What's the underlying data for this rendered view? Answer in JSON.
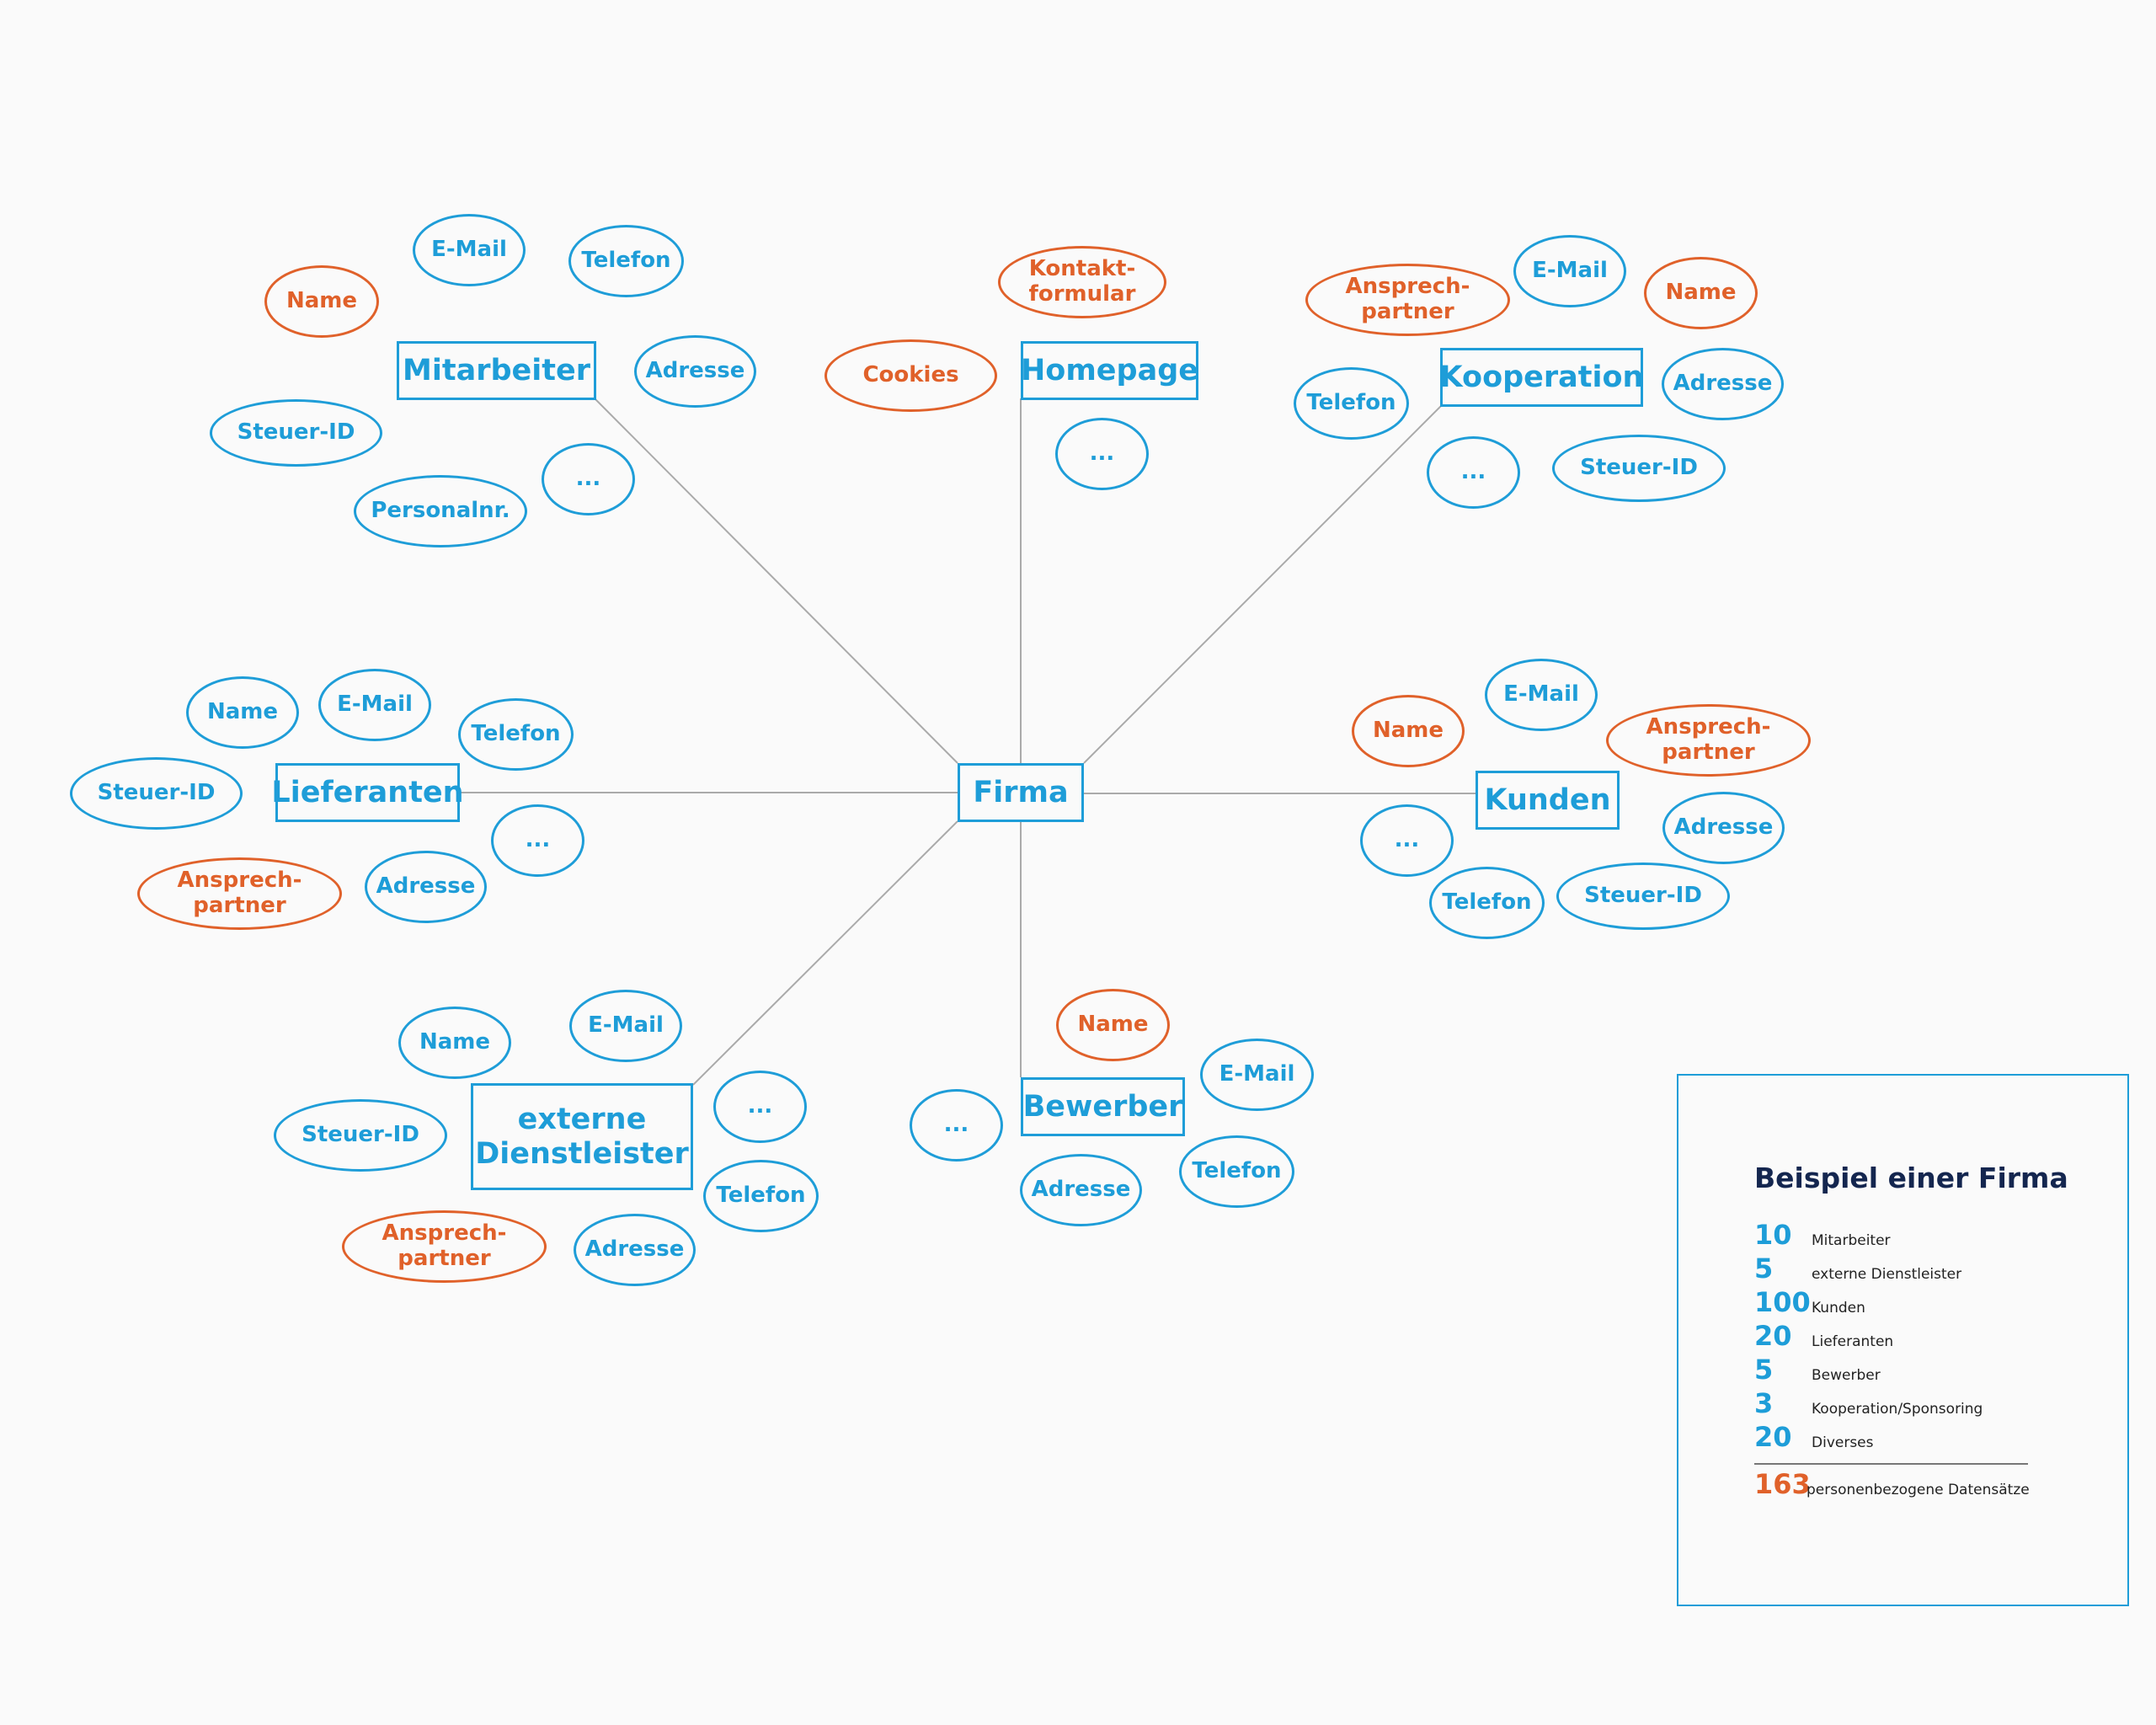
{
  "colors": {
    "blue": "#1e9dd8",
    "orange": "#e0612a",
    "line": "#aaaaaa",
    "legend_title": "#14264f"
  },
  "center": {
    "id": "firma",
    "label": "Firma"
  },
  "groups": [
    {
      "id": "mitarbeiter",
      "label": "Mitarbeiter",
      "attributes": [
        {
          "label": "E-Mail",
          "color": "blue"
        },
        {
          "label": "Telefon",
          "color": "blue"
        },
        {
          "label": "Name",
          "color": "orange"
        },
        {
          "label": "Adresse",
          "color": "blue"
        },
        {
          "label": "Steuer-ID",
          "color": "blue"
        },
        {
          "label": "...",
          "color": "blue"
        },
        {
          "label": "Personalnr.",
          "color": "blue"
        }
      ]
    },
    {
      "id": "homepage",
      "label": "Homepage",
      "attributes": [
        {
          "label": "Kontakt-\nformular",
          "color": "orange"
        },
        {
          "label": "Cookies",
          "color": "orange"
        },
        {
          "label": "...",
          "color": "blue"
        }
      ]
    },
    {
      "id": "kooperation",
      "label": "Kooperation",
      "attributes": [
        {
          "label": "E-Mail",
          "color": "blue"
        },
        {
          "label": "Ansprech-\npartner",
          "color": "orange"
        },
        {
          "label": "Name",
          "color": "orange"
        },
        {
          "label": "Telefon",
          "color": "blue"
        },
        {
          "label": "Adresse",
          "color": "blue"
        },
        {
          "label": "...",
          "color": "blue"
        },
        {
          "label": "Steuer-ID",
          "color": "blue"
        }
      ]
    },
    {
      "id": "lieferanten",
      "label": "Lieferanten",
      "attributes": [
        {
          "label": "Name",
          "color": "blue"
        },
        {
          "label": "E-Mail",
          "color": "blue"
        },
        {
          "label": "Telefon",
          "color": "blue"
        },
        {
          "label": "Steuer-ID",
          "color": "blue"
        },
        {
          "label": "...",
          "color": "blue"
        },
        {
          "label": "Ansprech-\npartner",
          "color": "orange"
        },
        {
          "label": "Adresse",
          "color": "blue"
        }
      ]
    },
    {
      "id": "kunden",
      "label": "Kunden",
      "attributes": [
        {
          "label": "E-Mail",
          "color": "blue"
        },
        {
          "label": "Name",
          "color": "orange"
        },
        {
          "label": "Ansprech-\npartner",
          "color": "orange"
        },
        {
          "label": "...",
          "color": "blue"
        },
        {
          "label": "Adresse",
          "color": "blue"
        },
        {
          "label": "Telefon",
          "color": "blue"
        },
        {
          "label": "Steuer-ID",
          "color": "blue"
        }
      ]
    },
    {
      "id": "dienstleister",
      "label": "externe\nDienstleister",
      "attributes": [
        {
          "label": "E-Mail",
          "color": "blue"
        },
        {
          "label": "Name",
          "color": "blue"
        },
        {
          "label": "...",
          "color": "blue"
        },
        {
          "label": "Steuer-ID",
          "color": "blue"
        },
        {
          "label": "Telefon",
          "color": "blue"
        },
        {
          "label": "Ansprech-\npartner",
          "color": "orange"
        },
        {
          "label": "Adresse",
          "color": "blue"
        }
      ]
    },
    {
      "id": "bewerber",
      "label": "Bewerber",
      "attributes": [
        {
          "label": "Name",
          "color": "orange"
        },
        {
          "label": "E-Mail",
          "color": "blue"
        },
        {
          "label": "...",
          "color": "blue"
        },
        {
          "label": "Telefon",
          "color": "blue"
        },
        {
          "label": "Adresse",
          "color": "blue"
        }
      ]
    }
  ],
  "legend": {
    "title": "Beispiel einer Firma",
    "rows": [
      {
        "num": "10",
        "label": "Mitarbeiter"
      },
      {
        "num": "5",
        "label": "externe Dienstleister"
      },
      {
        "num": "100",
        "label": "Kunden"
      },
      {
        "num": "20",
        "label": "Lieferanten"
      },
      {
        "num": "5",
        "label": "Bewerber"
      },
      {
        "num": "3",
        "label": "Kooperation/Sponsoring"
      },
      {
        "num": "20",
        "label": "Diverses"
      }
    ],
    "total": {
      "num": "163",
      "label": "personenbezogene Datensätze"
    }
  }
}
